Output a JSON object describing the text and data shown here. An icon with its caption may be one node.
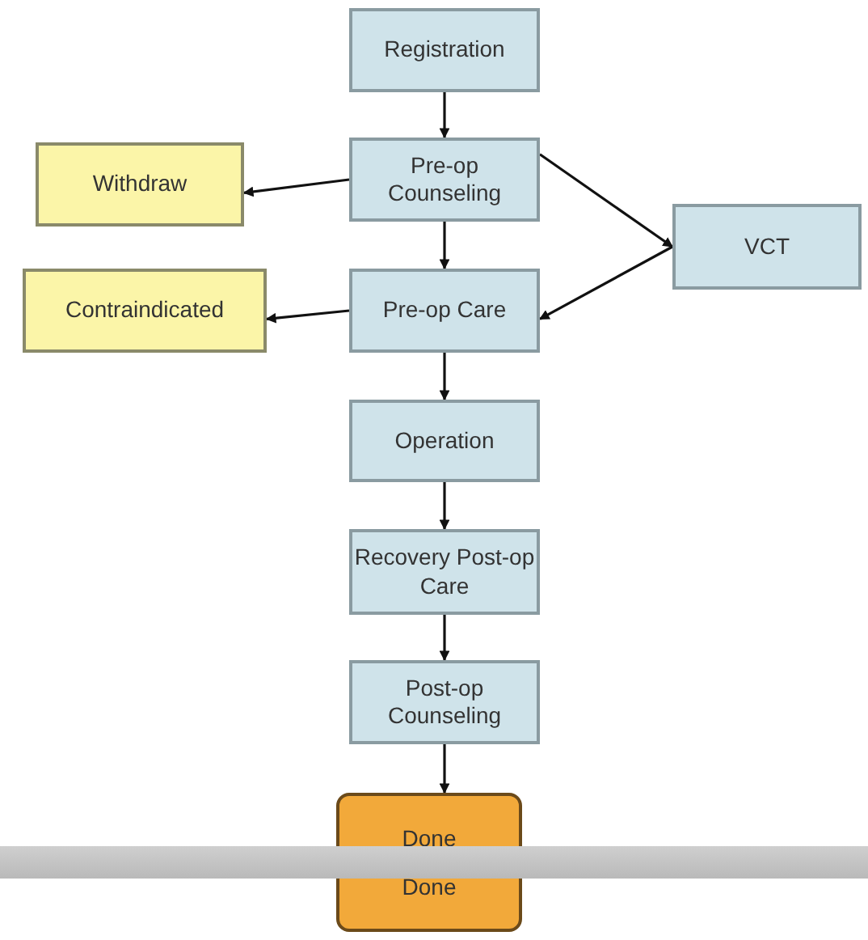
{
  "diagram": {
    "nodes": [
      {
        "text": [
          "Registration"
        ]
      },
      {
        "text": [
          "Pre-op Counseling"
        ]
      },
      {
        "text": [
          "Withdraw"
        ]
      },
      {
        "text": [
          "VCT"
        ]
      },
      {
        "text": [
          "Pre-op Care"
        ]
      },
      {
        "text": [
          "Contraindicated"
        ]
      },
      {
        "text": [
          "Operation"
        ]
      },
      {
        "text": [
          "Recovery Post-op Care"
        ]
      },
      {
        "text": [
          "Post-op Counseling"
        ]
      },
      {
        "text": [
          "Done",
          "Done"
        ]
      }
    ],
    "edges": [
      {
        "from": 0,
        "to": 1,
        "arrow": "to"
      },
      {
        "from": 1,
        "to": 2,
        "arrow": "to"
      },
      {
        "from": 1,
        "to": 3,
        "arrow": "to"
      },
      {
        "from": 1,
        "to": 4,
        "arrow": "to"
      },
      {
        "from": 3,
        "to": 4,
        "arrow": "to"
      },
      {
        "from": 4,
        "to": 5,
        "arrow": "to"
      },
      {
        "from": 4,
        "to": 6,
        "arrow": "to"
      },
      {
        "from": 6,
        "to": 7,
        "arrow": "to"
      },
      {
        "from": 7,
        "to": 8,
        "arrow": "to"
      },
      {
        "from": 8,
        "to": 9,
        "arrow": "to"
      }
    ]
  }
}
